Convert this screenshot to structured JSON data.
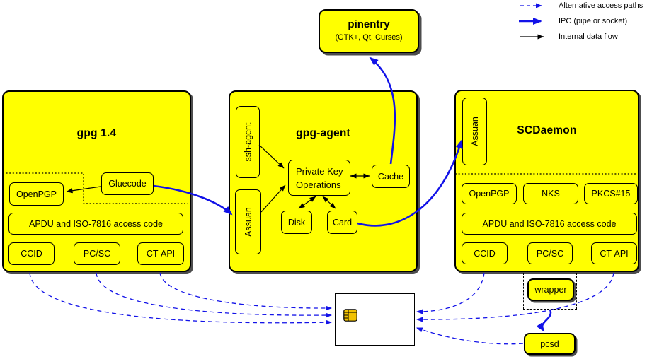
{
  "legend": {
    "items": [
      {
        "id": "alt-access",
        "label": "Alternative access paths"
      },
      {
        "id": "ipc",
        "label": "IPC (pipe or socket)"
      },
      {
        "id": "internal",
        "label": "Internal data flow"
      }
    ]
  },
  "pinentry": {
    "title": "pinentry",
    "subtitle": "(GTK+, Qt, Curses)"
  },
  "gpg14": {
    "title": "gpg 1.4",
    "openpgp": "OpenPGP",
    "gluecode": "Gluecode",
    "apdu": "APDU and ISO-7816 access code",
    "ccid": "CCID",
    "pcsc": "PC/SC",
    "ctapi": "CT-API"
  },
  "gpg_agent": {
    "title": "gpg-agent",
    "ssh_agent": "ssh-agent",
    "assuan": "Assuan",
    "private_key_ops_line1": "Private Key",
    "private_key_ops_line2": "Operations",
    "cache": "Cache",
    "disk": "Disk",
    "card": "Card"
  },
  "scdaemon": {
    "title": "SCDaemon",
    "assuan": "Assuan",
    "openpgp": "OpenPGP",
    "nks": "NKS",
    "pkcs15": "PKCS#15",
    "apdu": "APDU and ISO-7816 access code",
    "ccid": "CCID",
    "pcsc": "PC/SC",
    "ctapi": "CT-API"
  },
  "external": {
    "wrapper": "wrapper",
    "pcsd": "pcsd"
  },
  "colors": {
    "box_fill": "#ffff00",
    "line_blue": "#1212e8",
    "line_black": "#000000",
    "chip_gold": "#f2c200",
    "shadow": "#4d4d4d",
    "card_fill": "#ffffff"
  }
}
